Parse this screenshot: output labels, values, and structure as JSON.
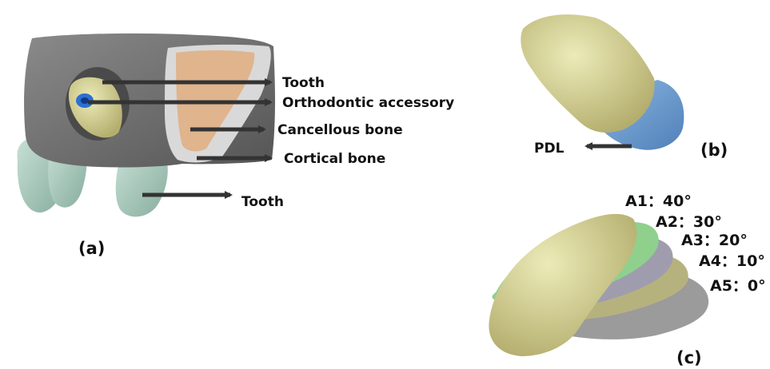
{
  "panels": {
    "a": {
      "label": "(a)",
      "annotations": {
        "tooth_top": "Tooth",
        "orthodontic_accessory": "Orthodontic accessory",
        "cancellous_bone": "Cancellous bone",
        "cortical_bone": "Cortical bone",
        "tooth_bottom": "Tooth"
      }
    },
    "b": {
      "label": "(b)",
      "annotations": {
        "pdl": "PDL"
      }
    },
    "c": {
      "label": "(c)",
      "angles": [
        {
          "name": "A1",
          "text": "A1：40°"
        },
        {
          "name": "A2",
          "text": "A2：30°"
        },
        {
          "name": "A3",
          "text": "A3：20°"
        },
        {
          "name": "A4",
          "text": "A4：10°"
        },
        {
          "name": "A5",
          "text": "A5：0°"
        }
      ]
    }
  },
  "colors": {
    "bone_gray": "#6f6f6f",
    "cortical_light": "#d9d9d9",
    "cancellous": "#e0b48c",
    "tooth_yellow": "#d8d39a",
    "accessory_blue": "#2d6fd2",
    "adjacent_teeth": "#a9cbbd",
    "pdl_blue": "#6e9fd3",
    "green_variant": "#8fd08d",
    "purple_gray_variant": "#9f9dad",
    "olive_variant": "#b6b27e",
    "gray_variant": "#9b9b9b",
    "arrow": "#333333"
  }
}
